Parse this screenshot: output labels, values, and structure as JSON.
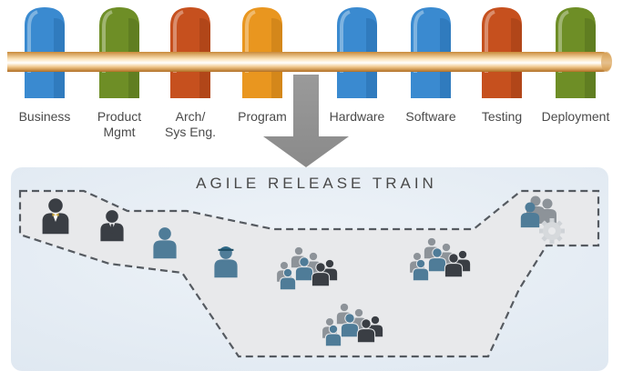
{
  "silos": [
    {
      "label": "Business",
      "color": "#3a8ad0",
      "dark": "#1f5f9f"
    },
    {
      "label": "Product\nMgmt",
      "color": "#6e8e26",
      "dark": "#47601a"
    },
    {
      "label": "Arch/\nSys Eng.",
      "color": "#c6501e",
      "dark": "#8a3312"
    },
    {
      "label": "Program",
      "color": "#e9961f",
      "dark": "#b06d10"
    },
    {
      "label": "Hardware",
      "color": "#3a8ad0",
      "dark": "#1f5f9f"
    },
    {
      "label": "Software",
      "color": "#3a8ad0",
      "dark": "#1f5f9f"
    },
    {
      "label": "Testing",
      "color": "#c6501e",
      "dark": "#8a3312"
    },
    {
      "label": "Deployment",
      "color": "#6e8e26",
      "dark": "#47601a"
    }
  ],
  "train": {
    "title": "AGILE RELEASE TRAIN",
    "background": "#e3ebf3",
    "track_fill": "#e9eaec",
    "person_dark": "#3a3e44",
    "person_blue": "#4f7c98",
    "person_gray": "#8d9399"
  },
  "icons": {
    "business_owner": "business-owner-icon",
    "product_manager": "product-manager-icon",
    "architect": "architect-icon",
    "rte": "release-train-engineer-icon",
    "teams": "agile-team-icon",
    "shared_services": "shared-services-gear-icon"
  }
}
